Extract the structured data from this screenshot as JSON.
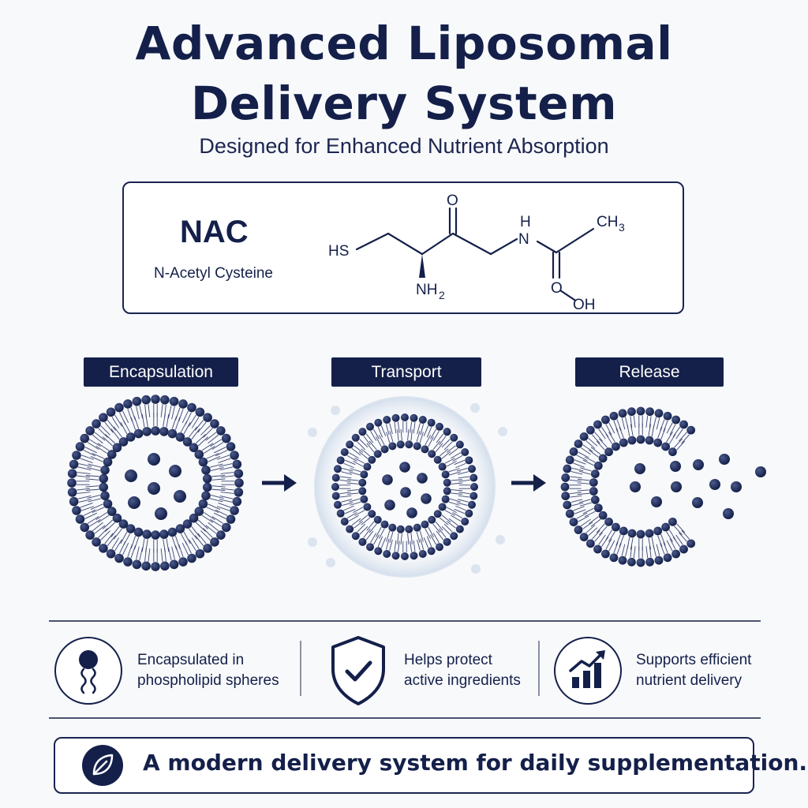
{
  "header": {
    "title_line1": "Advanced Liposomal",
    "title_line2": "Delivery System",
    "subtitle": "Designed for Enhanced Nutrient Absorption"
  },
  "compound": {
    "abbr": "NAC",
    "name": "N-Acetyl Cysteine",
    "labels": {
      "hs": "HS",
      "o_top": "O",
      "h": "H",
      "n": "N",
      "ch": "CH",
      "ch_sub": "3",
      "nh": "NH",
      "nh_sub": "2",
      "o_bottom": "O",
      "oh": "OH"
    }
  },
  "stages": [
    {
      "label": "Encapsulation"
    },
    {
      "label": "Transport"
    },
    {
      "label": "Release"
    }
  ],
  "features": [
    {
      "line1": "Encapsulated in",
      "line2": "phospholipid spheres",
      "icon": "phospholipid-icon"
    },
    {
      "line1": "Helps protect",
      "line2": "active ingredients",
      "icon": "shield-check-icon"
    },
    {
      "line1": "Supports efficient",
      "line2": "nutrient delivery",
      "icon": "growth-chart-icon"
    }
  ],
  "footer": {
    "text": "A modern delivery system for daily supplementation.*",
    "icon": "leaf-icon"
  },
  "colors": {
    "navy": "#14204a",
    "background": "#f8f9fb",
    "bubble": "#dfe7f1"
  }
}
